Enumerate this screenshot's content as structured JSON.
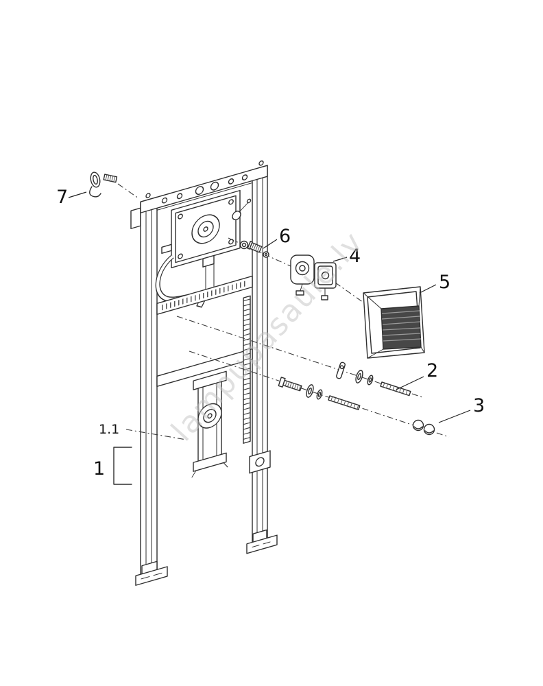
{
  "diagram": {
    "type": "exploded-parts-diagram",
    "watermark": "lampupasaule.lv",
    "ink_color": "#2e2e2e",
    "watermark_color": "#c2c2c2",
    "callouts": {
      "frame": "1",
      "flush_pipe_unit": "1.1",
      "fixing_set": "2",
      "caps": "3",
      "flush_valve": "4",
      "cover": "5",
      "connector": "6",
      "wall_fixing": "7"
    }
  }
}
